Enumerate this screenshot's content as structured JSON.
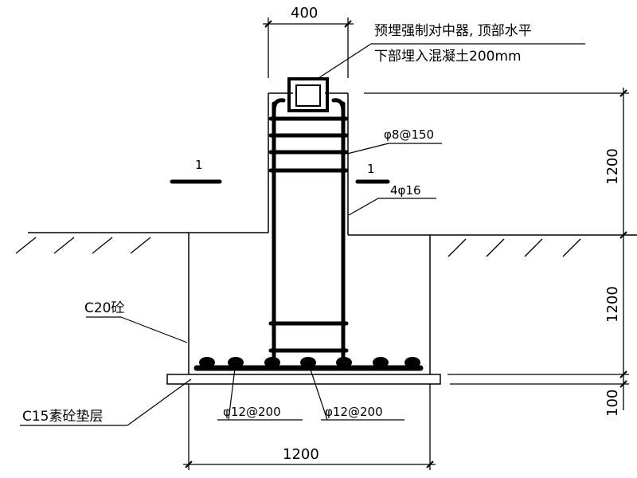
{
  "dimensions": {
    "post_width": "400",
    "base_width": "1200",
    "height_above": "1200",
    "height_below": "1200",
    "bedding": "100"
  },
  "annotations": {
    "note_line1": "预埋强制对中器, 顶部水平",
    "note_line2": "下部埋入混凝土200mm",
    "stirrup": "φ8@150",
    "main_bars": "4φ16",
    "section_mark": "1",
    "concrete": "C20砼",
    "bedding_layer": "C15素砼垫层",
    "rebar_left": "φ12@200",
    "rebar_right": "φ12@200"
  }
}
